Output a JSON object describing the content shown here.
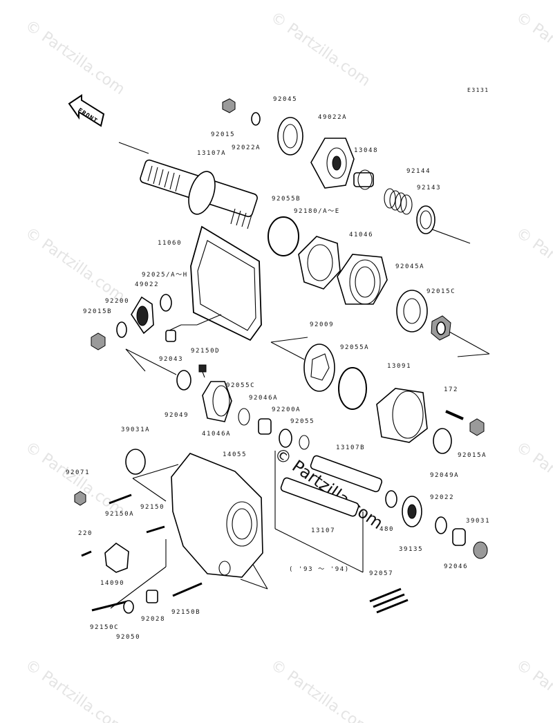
{
  "diagram_ref": "E3131",
  "front_label": "FRONT",
  "watermark": "© Partzilla.com",
  "year_note": "( '93 ～ '94)",
  "labels": {
    "p92045": "92045",
    "p49022A": "49022A",
    "p92015": "92015",
    "p92022A": "92022A",
    "p13107A": "13107A",
    "p13048": "13048",
    "p92144": "92144",
    "p92143": "92143",
    "p92055B": "92055B",
    "p92180": "92180/A～E",
    "p11060": "11060",
    "p41046": "41046",
    "p92025": "92025/A～H",
    "p49022": "49022",
    "p92045A": "92045A",
    "p92200": "92200",
    "p92015C": "92015C",
    "p92015B": "92015B",
    "p92009": "92009",
    "p92055A": "92055A",
    "p92043": "92043",
    "p92150D": "92150D",
    "p13091": "13091",
    "p92055C": "92055C",
    "p92046A": "92046A",
    "p92049": "92049",
    "p172": "172",
    "p92200A": "92200A",
    "p92055": "92055",
    "p41046A": "41046A",
    "p39031A": "39031A",
    "p14055": "14055",
    "p13107B": "13107B",
    "p92015A": "92015A",
    "p92049A": "92049A",
    "p92071": "92071",
    "p92150A": "92150A",
    "p92150": "92150",
    "p92022": "92022",
    "p39031": "39031",
    "p220": "220",
    "p13107": "13107",
    "p480": "480",
    "p39135": "39135",
    "p92046": "92046",
    "p14090": "14090",
    "p92057": "92057",
    "p92028": "92028",
    "p92150B": "92150B",
    "p92150C": "92150C",
    "p92050": "92050"
  }
}
